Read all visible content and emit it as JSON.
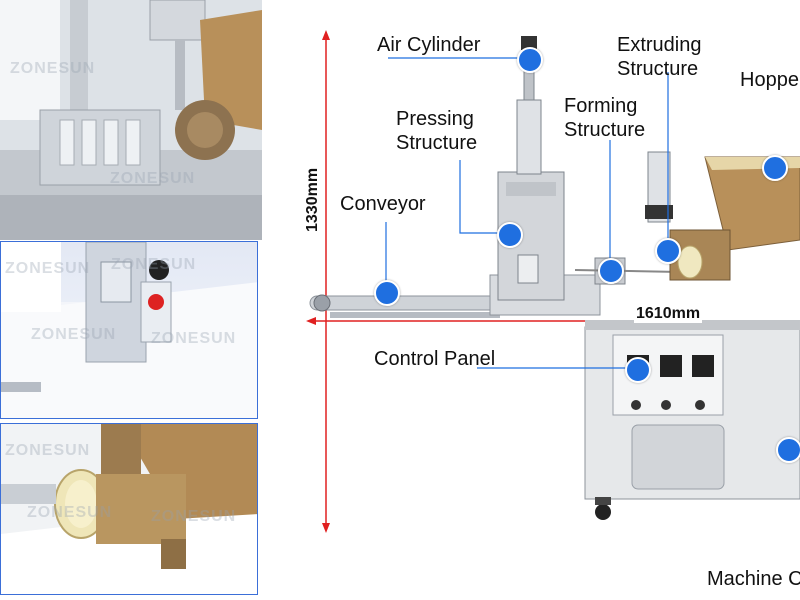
{
  "watermark": "ZONESUN",
  "colors": {
    "accent": "#1f6fe0",
    "dimension_line": "#e02020",
    "panel_border": "#3b6fd8"
  },
  "labels": {
    "air_cylinder": "Air Cylinder",
    "pressing_structure_1": "Pressing",
    "pressing_structure_2": "Structure",
    "extruding_structure_1": "Extruding",
    "extruding_structure_2": "Structure",
    "forming_structure_1": "Forming",
    "forming_structure_2": "Structure",
    "hopper": "Hoppe",
    "conveyor": "Conveyor",
    "control_panel": "Control Panel",
    "machine": "Machine C"
  },
  "dimensions": {
    "height": "1330mm",
    "length": "1610mm"
  }
}
